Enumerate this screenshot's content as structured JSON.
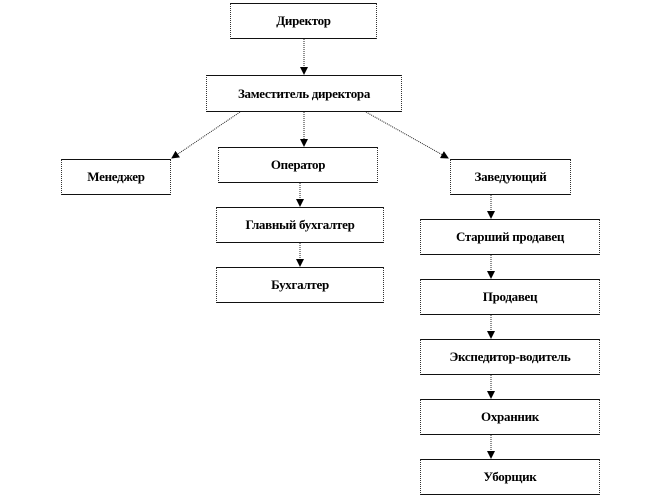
{
  "nodes": {
    "director": "Директор",
    "deputy": "Заместитель директора",
    "manager": "Менеджер",
    "operator": "Оператор",
    "head": "Заведующий",
    "chief_accountant": "Главный бухгалтер",
    "accountant": "Бухгалтер",
    "senior_seller": "Старший продавец",
    "seller": "Продавец",
    "forwarder_driver": "Экспедитор-водитель",
    "guard": "Охранник",
    "cleaner": "Уборщик"
  },
  "edges": [
    [
      "director",
      "deputy"
    ],
    [
      "deputy",
      "manager"
    ],
    [
      "deputy",
      "operator"
    ],
    [
      "deputy",
      "head"
    ],
    [
      "operator",
      "chief_accountant"
    ],
    [
      "chief_accountant",
      "accountant"
    ],
    [
      "head",
      "senior_seller"
    ],
    [
      "senior_seller",
      "seller"
    ],
    [
      "seller",
      "forwarder_driver"
    ],
    [
      "forwarder_driver",
      "guard"
    ],
    [
      "guard",
      "cleaner"
    ]
  ]
}
